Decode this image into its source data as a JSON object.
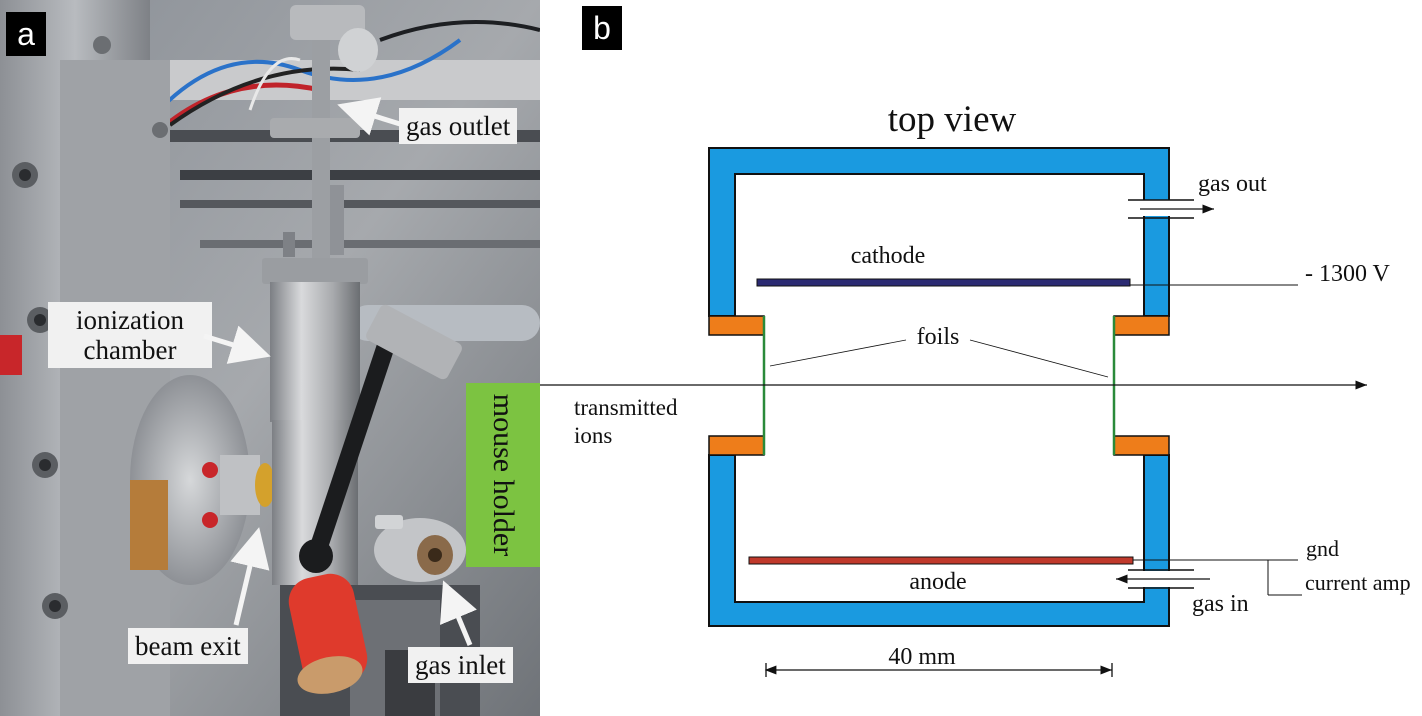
{
  "panel_a": {
    "letter": "a",
    "labels": {
      "gas_outlet": "gas outlet",
      "ionization_chamber": "ionization chamber",
      "mouse_holder": "mouse holder",
      "beam_exit": "beam exit",
      "gas_inlet": "gas inlet"
    }
  },
  "panel_b": {
    "letter": "b",
    "title": "top view",
    "labels": {
      "gas_out": "gas out",
      "cathode": "cathode",
      "voltage": "- 1300 V",
      "foils": "foils",
      "transmitted_ions_line1": "transmitted",
      "transmitted_ions_line2": "ions",
      "gnd": "gnd",
      "anode": "anode",
      "current_amp": "current amp",
      "gas_in": "gas in",
      "dimension": "40 mm"
    },
    "colors": {
      "chamber_wall": "#1a9ae0",
      "window_flange": "#ee7d1a",
      "foil": "#2a8a3a",
      "cathode": "#2b2a72",
      "anode": "#c0392b"
    }
  }
}
